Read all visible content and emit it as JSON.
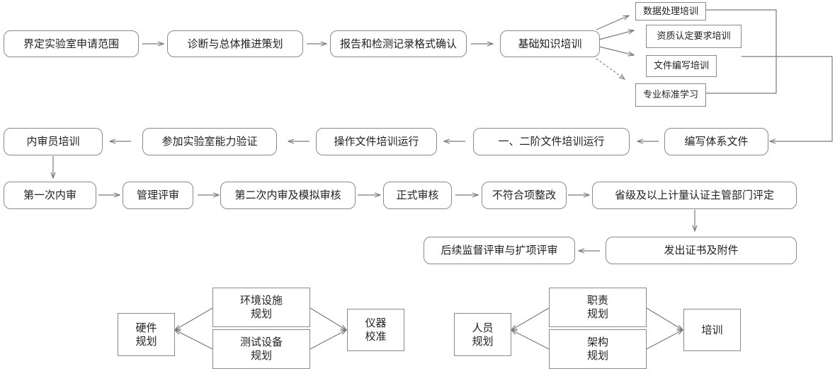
{
  "row1": {
    "n1": "界定实验室申请范围",
    "n2": "诊断与总体推进策划",
    "n3": "报告和检测记录格式确认",
    "n4": "基础知识培训"
  },
  "training_branches": {
    "b1": "数据处理培训",
    "b2": "资质认定要求培训",
    "b3": "文件编写培训",
    "b4": "专业标准学习"
  },
  "row2": {
    "n1": "编写体系文件",
    "n2": "一、二阶文件培训运行",
    "n3": "操作文件培训运行",
    "n4": "参加实验室能力验证",
    "n5": "内审员培训"
  },
  "row3": {
    "n1": "第一次内审",
    "n2": "管理评审",
    "n3": "第二次内审及模拟审核",
    "n4": "正式审核",
    "n5": "不符合项整改",
    "n6": "省级及以上计量认证主管部门评定"
  },
  "row4": {
    "n1": "发出证书及附件",
    "n2": "后续监督评审与扩项评审"
  },
  "hardware": {
    "env": "环境设施\n规划",
    "test": "测试设备\n规划",
    "result": "硬件\n规划",
    "calib": "仪器\n校准"
  },
  "personnel": {
    "duty": "职责\n规划",
    "org": "架构\n规划",
    "result": "人员\n规划",
    "training": "培训"
  },
  "colors": {
    "border": "#8a8a8a",
    "line": "#7a7a7a"
  }
}
